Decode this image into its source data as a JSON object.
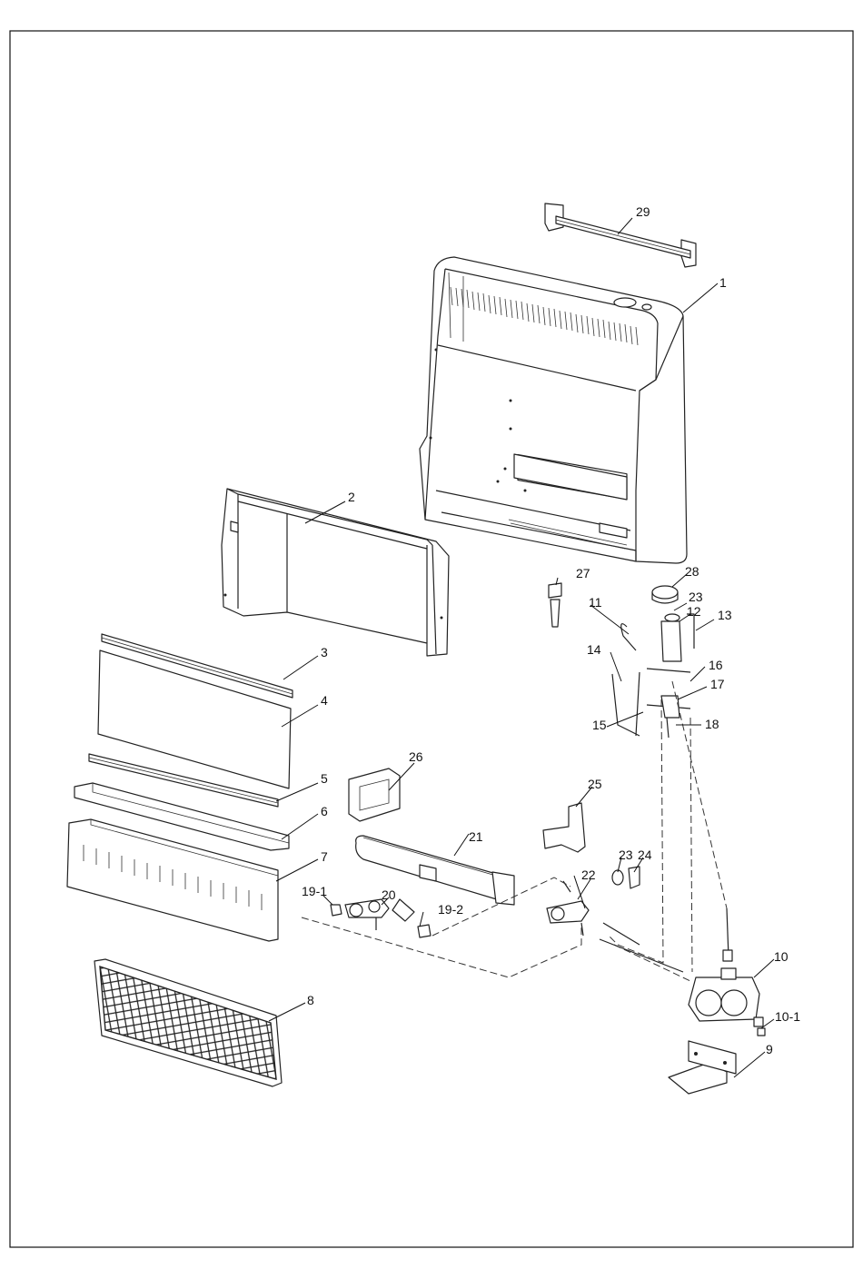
{
  "diagram": {
    "type": "exploded-parts-view",
    "labels": [
      {
        "id": "p1",
        "text": "1"
      },
      {
        "id": "p2",
        "text": "2"
      },
      {
        "id": "p3",
        "text": "3"
      },
      {
        "id": "p4",
        "text": "4"
      },
      {
        "id": "p5",
        "text": "5"
      },
      {
        "id": "p6",
        "text": "6"
      },
      {
        "id": "p7",
        "text": "7"
      },
      {
        "id": "p8",
        "text": "8"
      },
      {
        "id": "p9",
        "text": "9"
      },
      {
        "id": "p10",
        "text": "10"
      },
      {
        "id": "p10_1",
        "text": "10-1"
      },
      {
        "id": "p11",
        "text": "11"
      },
      {
        "id": "p12",
        "text": "12"
      },
      {
        "id": "p13",
        "text": "13"
      },
      {
        "id": "p14",
        "text": "14"
      },
      {
        "id": "p15",
        "text": "15"
      },
      {
        "id": "p16",
        "text": "16"
      },
      {
        "id": "p17",
        "text": "17"
      },
      {
        "id": "p18",
        "text": "18"
      },
      {
        "id": "p19_1",
        "text": "19-1"
      },
      {
        "id": "p19_2",
        "text": "19-2"
      },
      {
        "id": "p20",
        "text": "20"
      },
      {
        "id": "p21",
        "text": "21"
      },
      {
        "id": "p22",
        "text": "22"
      },
      {
        "id": "p23a",
        "text": "23"
      },
      {
        "id": "p23b",
        "text": "23"
      },
      {
        "id": "p24",
        "text": "24"
      },
      {
        "id": "p25",
        "text": "25"
      },
      {
        "id": "p26",
        "text": "26"
      },
      {
        "id": "p27",
        "text": "27"
      },
      {
        "id": "p28",
        "text": "28"
      },
      {
        "id": "p29",
        "text": "29"
      }
    ]
  }
}
